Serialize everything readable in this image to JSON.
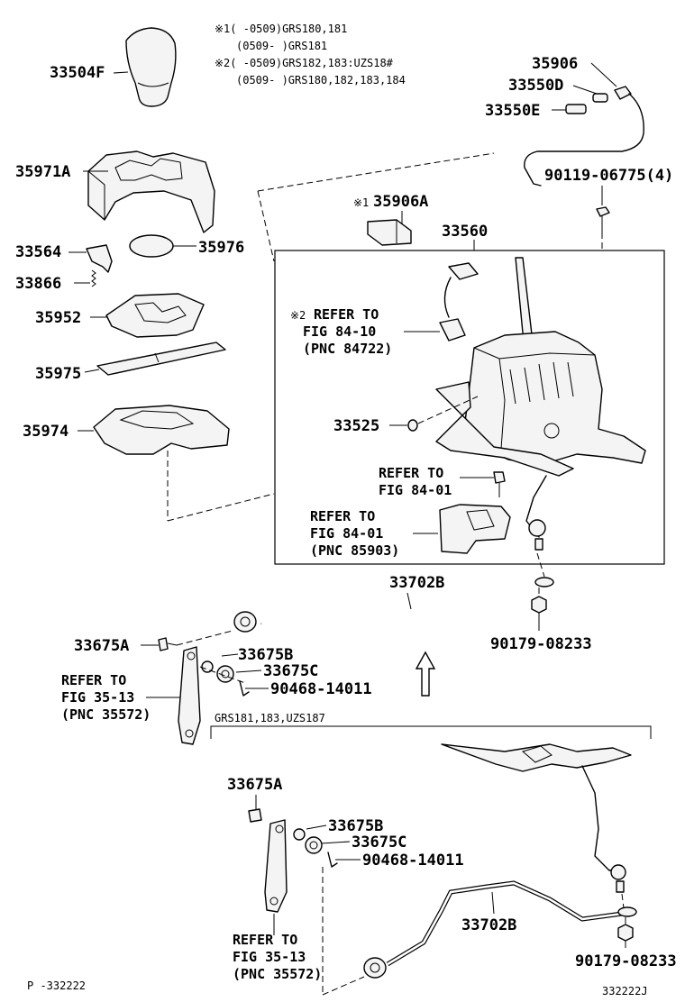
{
  "notes": {
    "line1": "※1(    -0509)GRS180,181",
    "line2": "(0509-    )GRS181",
    "line3": "※2(    -0509)GRS182,183:UZS18#",
    "line4": "(0509-    )GRS180,182,183,184"
  },
  "part_numbers": {
    "p33504F": "33504F",
    "p35971A": "35971A",
    "p33564": "33564",
    "p35976": "35976",
    "p33866": "33866",
    "p35952": "35952",
    "p35975": "35975",
    "p35974": "35974",
    "p35906": "35906",
    "p33550D": "33550D",
    "p33550E": "33550E",
    "p90119": "90119-06775(4)",
    "p35906A_prefix": "※1",
    "p35906A": "35906A",
    "p33560": "33560",
    "p33525": "33525",
    "p33702B": "33702B",
    "p90179": "90179-08233",
    "p33675A": "33675A",
    "p33675B": "33675B",
    "p33675C": "33675C",
    "p90468": "90468-14011",
    "lower_33675A": "33675A",
    "lower_33675B": "33675B",
    "lower_33675C": "33675C",
    "lower_90468": "90468-14011",
    "lower_33702B": "33702B",
    "lower_90179": "90179-08233"
  },
  "refs": {
    "ref_84_10_prefix": "※2",
    "ref_84_10_l1": "REFER TO",
    "ref_84_10_l2": "FIG 84-10",
    "ref_84_10_l3": "(PNC 84722)",
    "ref_84_01a_l1": "REFER TO",
    "ref_84_01a_l2": "FIG 84-01",
    "ref_84_01b_l1": "REFER TO",
    "ref_84_01b_l2": "FIG 84-01",
    "ref_84_01b_l3": "(PNC 85903)",
    "ref_35_13a_l1": "REFER TO",
    "ref_35_13a_l2": "FIG 35-13",
    "ref_35_13a_l3": "(PNC 35572)",
    "ref_35_13b_l1": "REFER TO",
    "ref_35_13b_l2": "FIG 35-13",
    "ref_35_13b_l3": "(PNC 35572)"
  },
  "variant_label": "GRS181,183,UZS187",
  "page_code": "P -332222",
  "figure_code": "332222J"
}
